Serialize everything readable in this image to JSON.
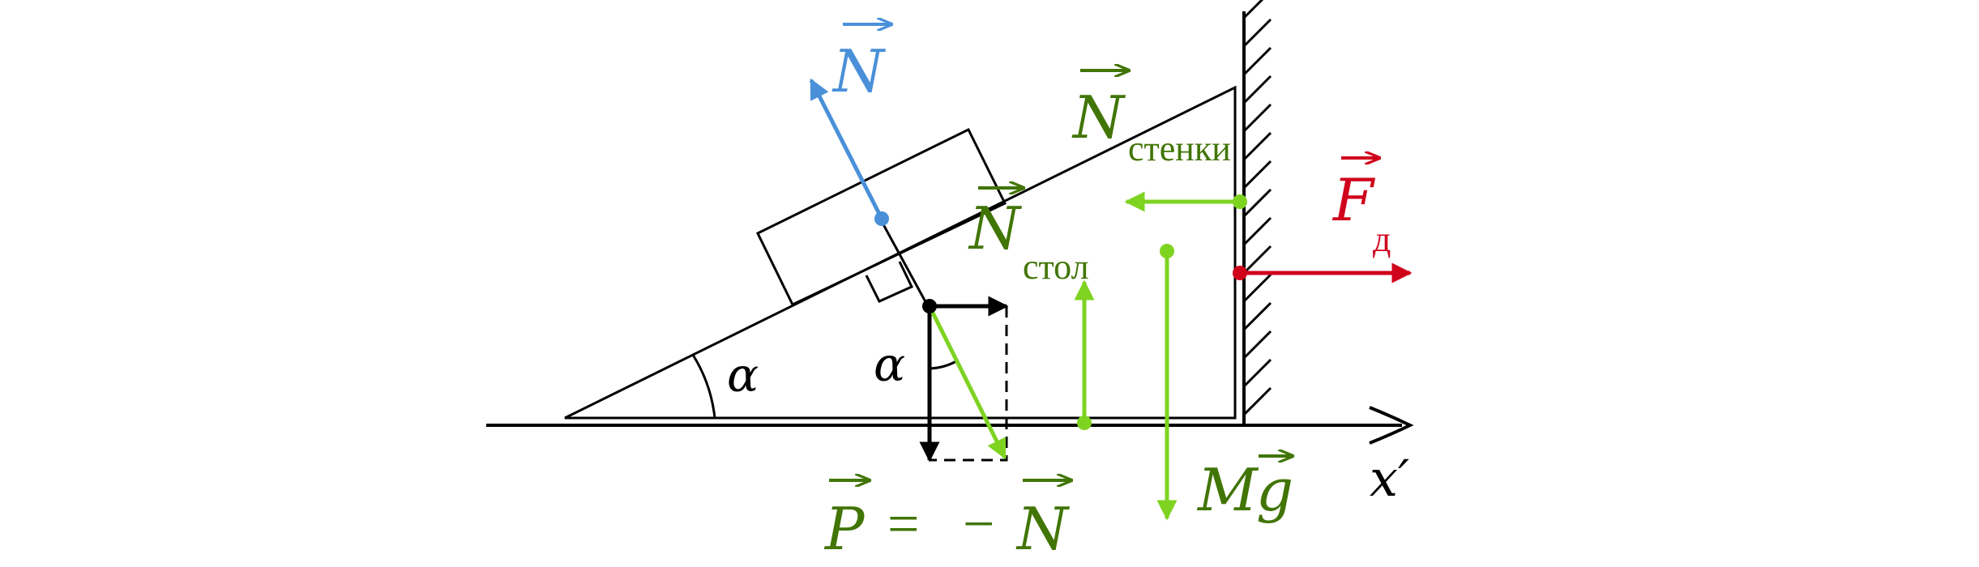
{
  "colors": {
    "ink": "#000000",
    "blue": "#4a90d9",
    "green_force": "#7ed321",
    "green_text": "#417505",
    "red": "#d0021b"
  },
  "labels": {
    "alpha_wedge": "α",
    "alpha_block": "α",
    "N_block": "N",
    "N_wall_main": "N",
    "N_wall_sub": "стенки",
    "N_table_main": "N",
    "N_table_sub": "стол",
    "F_main": "F",
    "F_sub": "д",
    "P": "P",
    "equals": "=",
    "minus": "−",
    "N_eq": "N",
    "M": "M",
    "g": "g",
    "x_axis": "x′"
  }
}
